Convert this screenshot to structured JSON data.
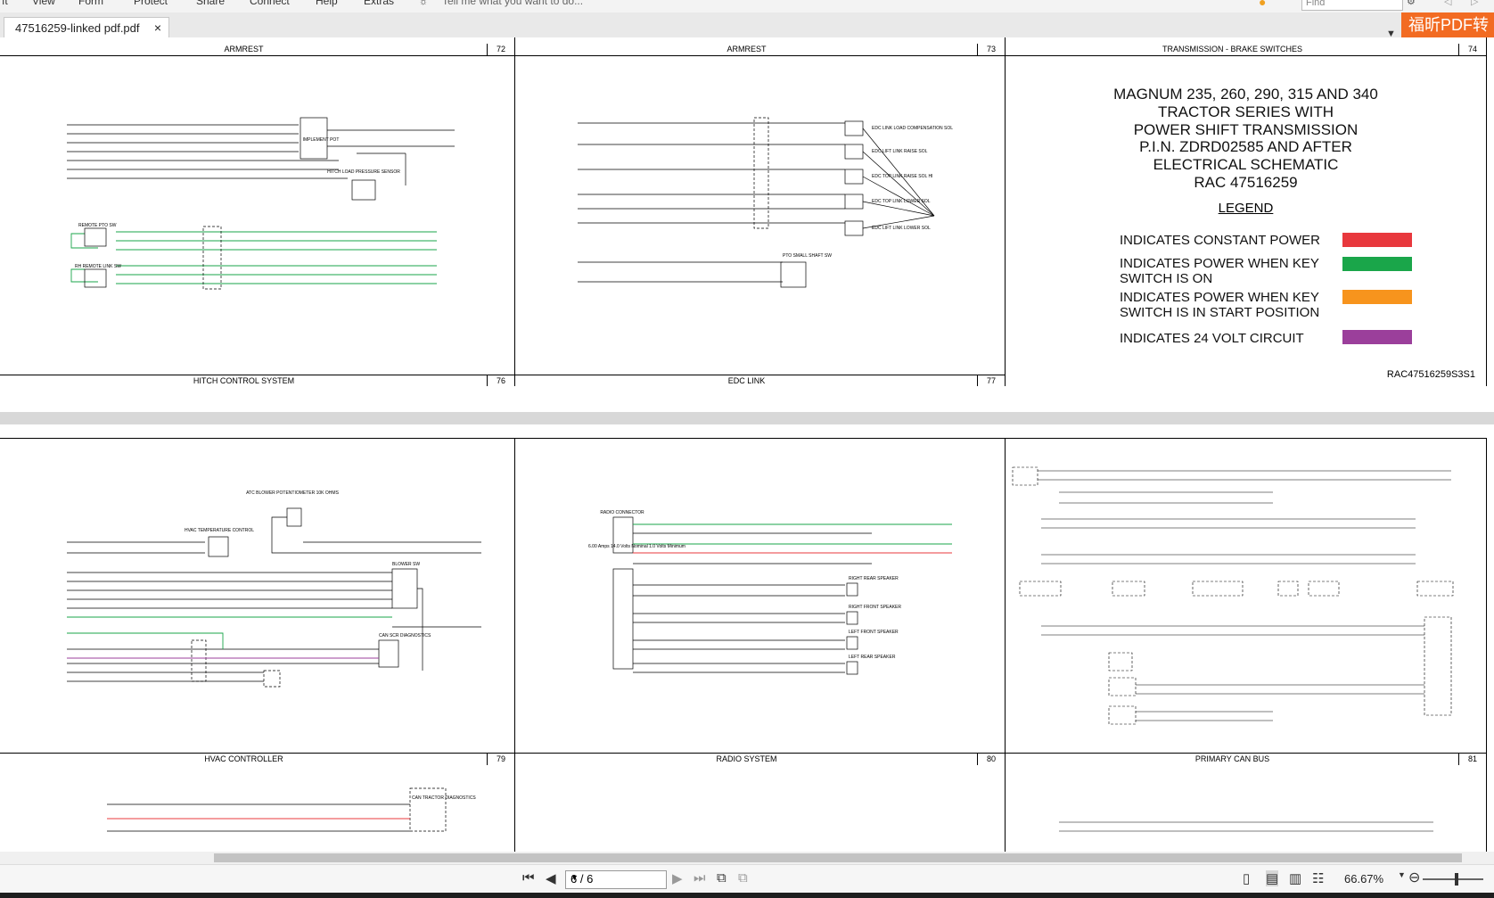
{
  "menu": [
    "View",
    "Form",
    "Protect",
    "Share",
    "Connect",
    "Help",
    "Extras"
  ],
  "tell_me": "Tell me what you want to do...",
  "find_placeholder": "Find",
  "tab": {
    "title": "47516259-linked pdf.pdf",
    "close": "×"
  },
  "brand_label": "福昕PDF转",
  "sheets": {
    "s72": {
      "title": "ARMREST",
      "num": "72"
    },
    "s73": {
      "title": "ARMREST",
      "num": "73"
    },
    "s74": {
      "title": "TRANSMISSION - BRAKE SWITCHES",
      "num": "74"
    },
    "s76": {
      "title": "HITCH CONTROL SYSTEM",
      "num": "76"
    },
    "s77": {
      "title": "EDC LINK",
      "num": "77"
    },
    "s79": {
      "title": "HVAC CONTROLLER",
      "num": "79"
    },
    "s80": {
      "title": "RADIO SYSTEM",
      "num": "80"
    },
    "s81": {
      "title": "PRIMARY CAN BUS",
      "num": "81"
    }
  },
  "legend": {
    "title_lines": [
      "MAGNUM 235, 260, 290, 315 AND 340",
      "TRACTOR SERIES WITH",
      "POWER SHIFT TRANSMISSION",
      "P.I.N. ZDRD02585 AND AFTER",
      "ELECTRICAL SCHEMATIC",
      "RAC 47516259"
    ],
    "heading": "LEGEND",
    "items": [
      {
        "text": "INDICATES CONSTANT POWER",
        "color": "#e8383d"
      },
      {
        "text": "INDICATES POWER WHEN KEY SWITCH IS ON",
        "color": "#1aa64a"
      },
      {
        "text": "INDICATES POWER WHEN KEY SWITCH IS IN START POSITION",
        "color": "#f7941d"
      },
      {
        "text": "INDICATES 24 VOLT CIRCUIT",
        "color": "#9b3f9b"
      }
    ],
    "ref": "RAC47516259S3S1"
  },
  "labels": {
    "implement_pot": "IMPLEMENT POT",
    "hitch_load": "HITCH LOAD PRESSURE SENSOR",
    "remote_pto": "REMOTE PTO SW",
    "rh_remote": "RH REMOTE LINK SW",
    "edc_load": "EDC LINK LOAD COMPENSATION SOL",
    "edc_lift_raise": "EDC LIFT LINK RAISE SOL",
    "edc_top_raise": "EDC TOP LINK RAISE SOL HI",
    "edc_top_lower": "EDC TOP LINK LOWER SOL",
    "edc_lift_lower": "EDC LIFT LINK LOWER SOL",
    "pto_shaft": "PTO SMALL SHAFT SW",
    "atc_blower": "ATC BLOWER POTENTIOMETER 10K OHMS",
    "hvac_temp": "HVAC TEMPERATURE CONTROL",
    "blower_sw": "BLOWER SW",
    "can_scr": "CAN SCR DIAGNOSTICS",
    "radio_conn": "RADIO CONNECTOR",
    "radio_amps": "6.00 Amps 14.0 Volts Nominal 1.0 Volts Minimum",
    "rh_rear": "RIGHT REAR SPEAKER",
    "rh_front": "RIGHT FRONT SPEAKER",
    "lh_front": "LEFT FRONT SPEAKER",
    "lh_rear": "LEFT REAR SPEAKER",
    "can_tractor": "CAN TRACTOR DIAGNOSTICS"
  },
  "nav": {
    "page": "6 / 6",
    "zoom": "66.67%"
  }
}
